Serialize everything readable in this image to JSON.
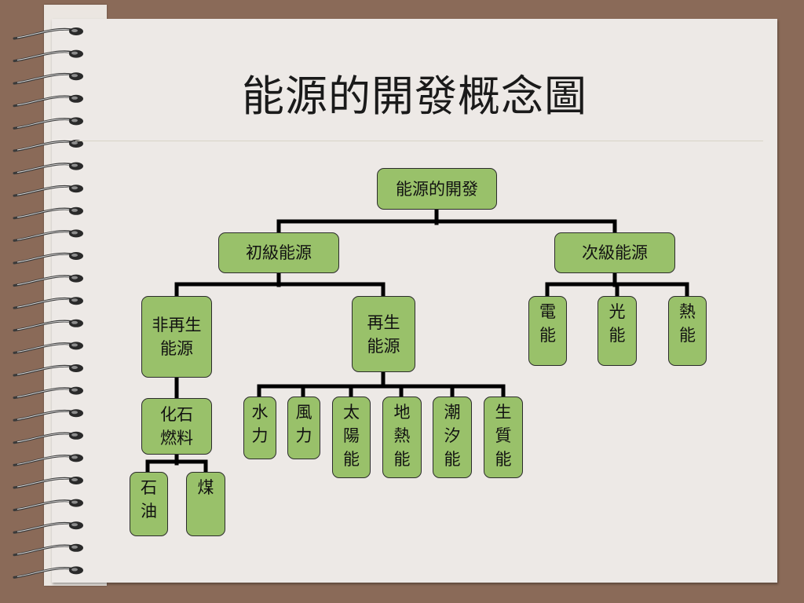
{
  "slide": {
    "title": "能源的開發概念圖"
  },
  "diagram": {
    "root": "能源的開發",
    "primary": "初級能源",
    "secondary": "次級能源",
    "non_renewable": "非再生\n能源",
    "renewable": "再生\n能源",
    "fossil_fuel": "化石\n燃料",
    "petroleum": "石\n油",
    "coal": "煤",
    "hydro": "水\n力",
    "wind": "風\n力",
    "solar": "太\n陽\n能",
    "geothermal": "地\n熱\n能",
    "tidal": "潮\n汐\n能",
    "biomass": "生\n質\n能",
    "electric": "電\n能",
    "light": "光\n能",
    "thermal": "熱\n能"
  },
  "colors": {
    "node_fill": "#99c16a",
    "node_border": "#2b2b2b",
    "connector": "#000000",
    "page": "#ede9e6",
    "background": "#8a6a58"
  }
}
